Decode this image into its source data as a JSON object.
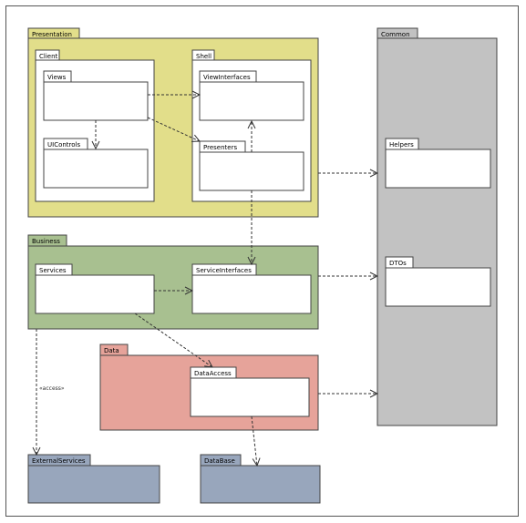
{
  "packages": {
    "presentation": "Presentation",
    "client": "Client",
    "views": "Views",
    "uicontrols": "UIControls",
    "shell": "Shell",
    "viewinterfaces": "ViewInterfaces",
    "presenters": "Presenters",
    "common": "Common",
    "helpers": "Helpers",
    "dtos": "DTOs",
    "business": "Business",
    "services": "Services",
    "serviceinterfaces": "ServiceInterfaces",
    "data": "Data",
    "dataaccess": "DataAccess",
    "externalservices": "ExternalServices",
    "database": "DataBase"
  },
  "notes": {
    "access": "«access»"
  },
  "colors": {
    "presentation": "#e2de8a",
    "business": "#a8c090",
    "data": "#e6a39a",
    "common": "#c2c2c2",
    "external": "#98a6bc",
    "inner": "#ffffff"
  }
}
